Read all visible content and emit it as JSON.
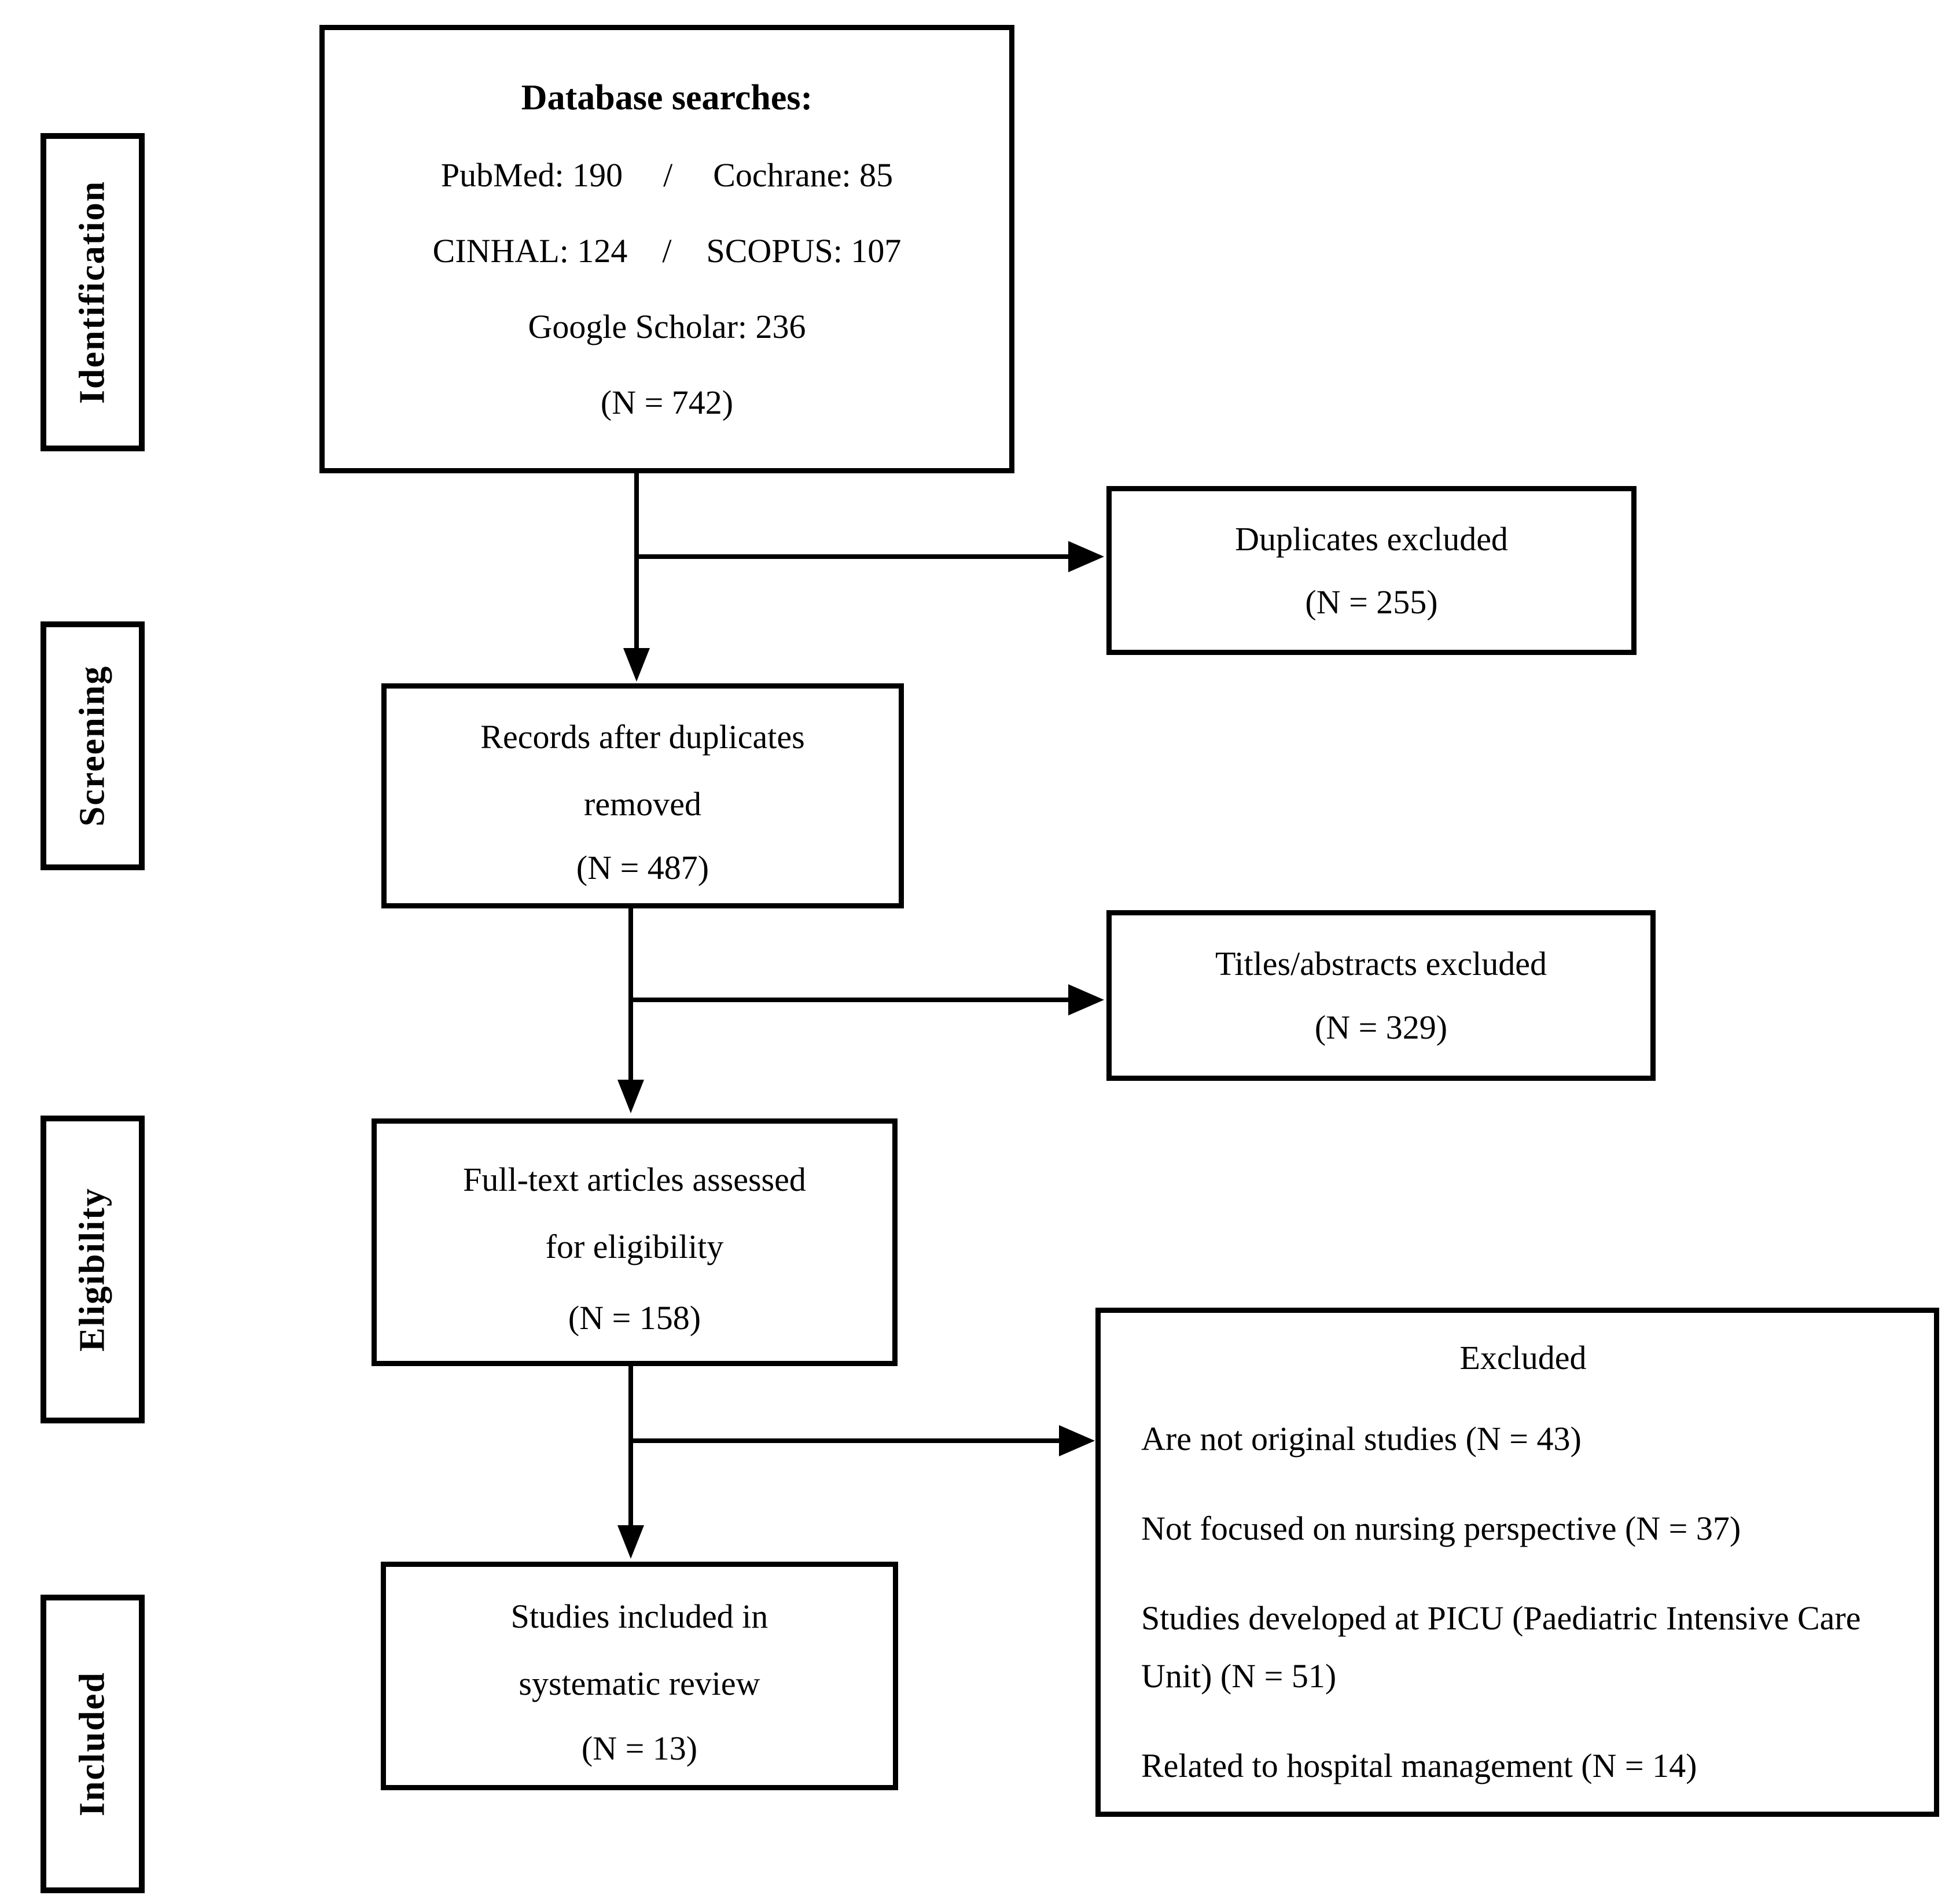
{
  "figure": {
    "type": "prisma-flow-diagram",
    "background_color": "#ffffff",
    "line_color": "#000000"
  },
  "sidebar": {
    "items": [
      {
        "label": "Identification"
      },
      {
        "label": "Screening"
      },
      {
        "label": "Eligibility"
      },
      {
        "label": "Included"
      }
    ]
  },
  "flow": {
    "database": {
      "title": "Database searches:",
      "row1_left": "PubMed: 190",
      "row1_sep": "/",
      "row1_right": "Cochrane: 85",
      "row2_left": "CINHAL: 124",
      "row2_sep": "/",
      "row2_right": "SCOPUS: 107",
      "row3": "Google Scholar: 236",
      "total": "(N = 742)"
    },
    "duplicates_excluded": {
      "label": "Duplicates excluded",
      "count": "(N = 255)"
    },
    "records_after_duplicates": {
      "line1": "Records after duplicates",
      "line2": "removed",
      "count": "(N = 487)"
    },
    "titles_abstracts_excluded": {
      "label": "Titles/abstracts excluded",
      "count": "(N = 329)"
    },
    "fulltext_assessed": {
      "line1": "Full-text articles assessed",
      "line2": "for eligibility",
      "count": "(N = 158)"
    },
    "excluded": {
      "title": "Excluded",
      "reasons": [
        "Are not original studies (N = 43)",
        "Not focused on nursing perspective (N = 37)",
        "Studies developed at PICU (Paediatric Intensive Care Unit) (N = 51)",
        "Related to hospital management (N = 14)"
      ]
    },
    "included_studies": {
      "line1": "Studies included in",
      "line2": "systematic review",
      "count": "(N = 13)"
    }
  }
}
